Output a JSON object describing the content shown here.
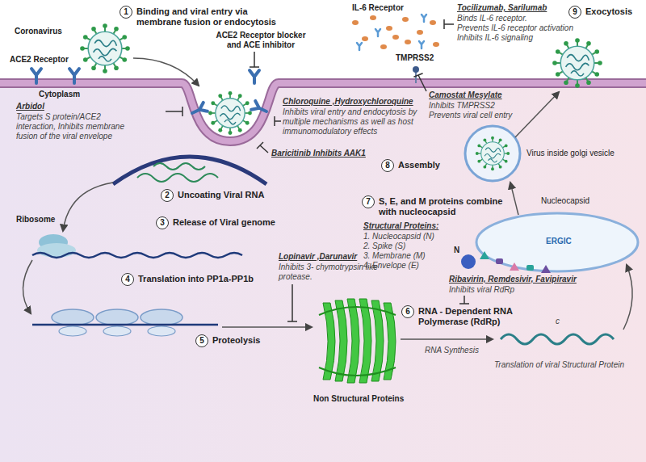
{
  "diagram": {
    "nodes": [
      {
        "text": [
          "1",
          "Binding and viral entry via membrane fusion or endocytosis"
        ]
      },
      {
        "text": [
          "2",
          "Uncoating Viral RNA"
        ]
      },
      {
        "text": [
          "3",
          "Release of Viral genome"
        ]
      },
      {
        "text": [
          "4",
          "Translation into PP1a-PP1b"
        ]
      },
      {
        "text": [
          "5",
          "Proteolysis"
        ]
      },
      {
        "text": [
          "6",
          "RNA - Dependent RNA Polymerase (RdRp)"
        ]
      },
      {
        "text": [
          "7",
          "S, E, and M proteins combine with nucleocapsid"
        ]
      },
      {
        "text": [
          "8",
          "Assembly"
        ]
      },
      {
        "text": [
          "9",
          "Exocytosis"
        ]
      }
    ],
    "labels": [
      "Coronavirus",
      "ACE2 Receptor",
      "ACE2 Receptor blocker and ACE inhibitor",
      "IL-6 Receptor",
      "Tocilizumab, Sarilumab",
      "Binds IL-6 receptor.",
      "Prevents IL-6 receptor activation",
      "Inhibits IL-6 signaling",
      "TMPRSS2",
      "Camostat Mesylate",
      "Inhibits TMPRSS2",
      "Prevents viral cell entry",
      "Cytoplasm",
      "Arbidol",
      "Targets S protein/ACE2 interaction, Inhibits membrane fusion of the viral envelope",
      "Chloroquine ,Hydroxychloroquine",
      "Inhibits viral entry and endocytosis by multiple mechanisms as well as host immunomodulatory effects",
      "Baricitinib Inhibits AAK1",
      "Virus inside golgi vesicle",
      "Nucleocapsid",
      "ERGIC",
      "Structural Proteins:",
      "1. Nucleocapsid (N)",
      "2. Spike (S)",
      "3. Membrane (M)",
      "4. Envelope (E)",
      "N",
      "Ribosome",
      "Lopinavir ,Darunavir",
      "Inhibits 3- chymotrypsin like protease.",
      "Ribavirin, Remdesivir, Favipiravir",
      "Inhibits viral RdRp",
      "RNA Synthesis",
      "c",
      "Translation of viral Structural Protein",
      "Non Structural Proteins"
    ]
  }
}
